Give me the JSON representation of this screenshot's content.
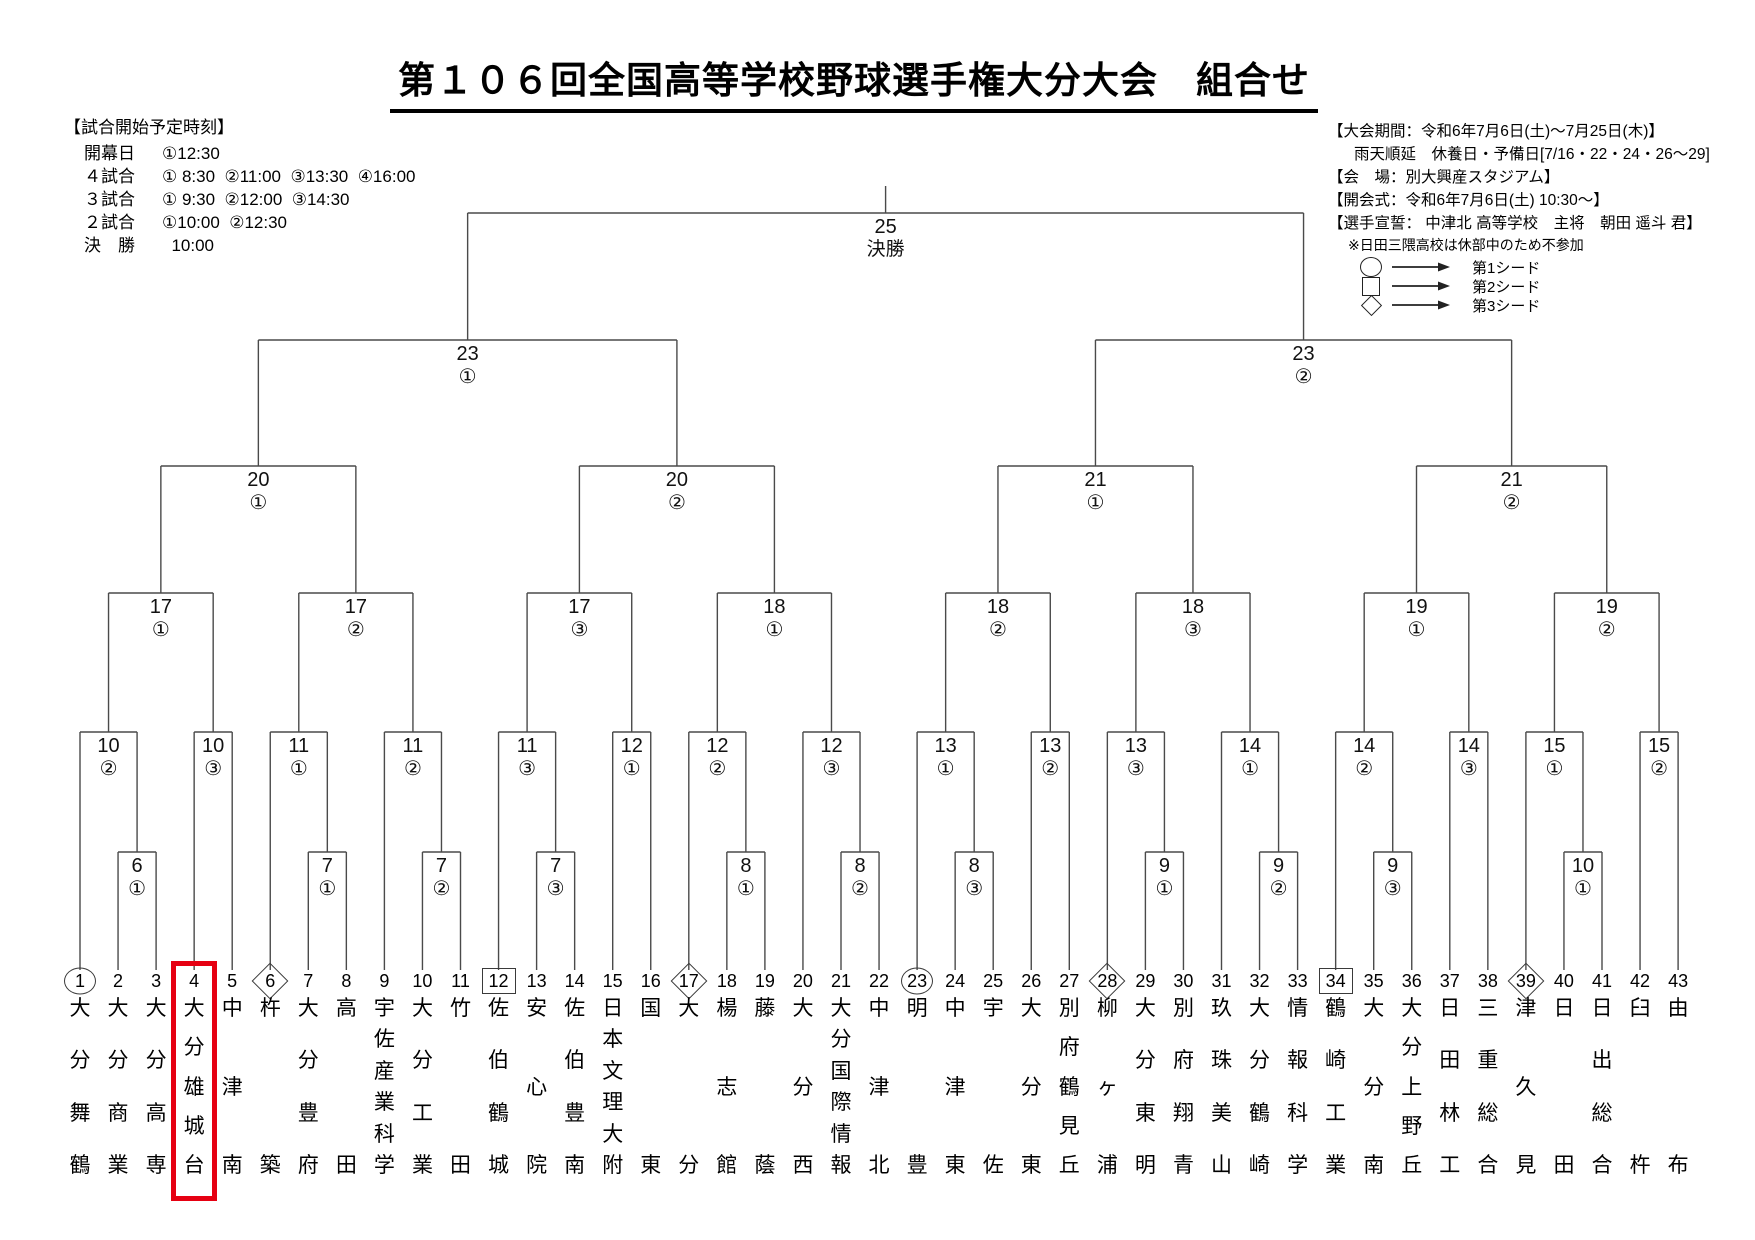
{
  "title": "第１０６回全国高等学校野球選手権大分大会　組合せ",
  "schedule": {
    "heading": "【試合開始予定時刻】",
    "rows": [
      {
        "label": "開幕日",
        "times": "①12:30"
      },
      {
        "label": "４試合",
        "times": "① 8:30  ②11:00  ③13:30  ④16:00"
      },
      {
        "label": "３試合",
        "times": "① 9:30  ②12:00  ③14:30"
      },
      {
        "label": "２試合",
        "times": "①10:00  ②12:30"
      },
      {
        "label": "決　勝",
        "times": "  10:00"
      }
    ]
  },
  "info": {
    "lines": [
      "【大会期間：令和6年7月6日(土)～7月25日(木)】",
      "雨天順延　休養日・予備日[7/16・22・24・26～29]",
      "【会　場：別大興産スタジアム】",
      "【開会式：令和6年7月6日(土) 10:30～】",
      "【選手宣誓： 中津北 高等学校　主将　朝田 遥斗 君】",
      "※日田三隈高校は休部中のため不参加"
    ]
  },
  "legend": [
    {
      "shape": "circle",
      "label": "第1シード"
    },
    {
      "shape": "square",
      "label": "第2シード"
    },
    {
      "shape": "diamond",
      "label": "第3シード"
    }
  ],
  "highlight_color": "#e60012",
  "teams": [
    {
      "num": "1",
      "name": "大分舞鶴",
      "seed": "circle"
    },
    {
      "num": "2",
      "name": "大分商業"
    },
    {
      "num": "3",
      "name": "大分高専"
    },
    {
      "num": "4",
      "name": "大分雄城台",
      "highlighted": true
    },
    {
      "num": "5",
      "name": "中津南"
    },
    {
      "num": "6",
      "name": "杵築",
      "seed": "diamond"
    },
    {
      "num": "7",
      "name": "大分豊府"
    },
    {
      "num": "8",
      "name": "高田"
    },
    {
      "num": "9",
      "name": "宇佐産業科学"
    },
    {
      "num": "10",
      "name": "大分工業"
    },
    {
      "num": "11",
      "name": "竹田"
    },
    {
      "num": "12",
      "name": "佐伯鶴城",
      "seed": "square"
    },
    {
      "num": "13",
      "name": "安心院"
    },
    {
      "num": "14",
      "name": "佐伯豊南"
    },
    {
      "num": "15",
      "name": "日本文理大附"
    },
    {
      "num": "16",
      "name": "国東"
    },
    {
      "num": "17",
      "name": "大分",
      "seed": "diamond"
    },
    {
      "num": "18",
      "name": "楊志館"
    },
    {
      "num": "19",
      "name": "藤蔭"
    },
    {
      "num": "20",
      "name": "大分西"
    },
    {
      "num": "21",
      "name": "大分国際情報"
    },
    {
      "num": "22",
      "name": "中津北"
    },
    {
      "num": "23",
      "name": "明豊",
      "seed": "circle"
    },
    {
      "num": "24",
      "name": "中津東"
    },
    {
      "num": "25",
      "name": "宇佐"
    },
    {
      "num": "26",
      "name": "大分東"
    },
    {
      "num": "27",
      "name": "別府鶴見丘"
    },
    {
      "num": "28",
      "name": "柳ヶ浦",
      "seed": "diamond"
    },
    {
      "num": "29",
      "name": "大分東明"
    },
    {
      "num": "30",
      "name": "別府翔青"
    },
    {
      "num": "31",
      "name": "玖珠美山"
    },
    {
      "num": "32",
      "name": "大分鶴崎"
    },
    {
      "num": "33",
      "name": "情報科学"
    },
    {
      "num": "34",
      "name": "鶴崎工業",
      "seed": "square"
    },
    {
      "num": "35",
      "name": "大分南"
    },
    {
      "num": "36",
      "name": "大分上野丘"
    },
    {
      "num": "37",
      "name": "日田林工"
    },
    {
      "num": "38",
      "name": "三重総合"
    },
    {
      "num": "39",
      "name": "津久見",
      "seed": "diamond"
    },
    {
      "num": "40",
      "name": "日田"
    },
    {
      "num": "41",
      "name": "日出総合"
    },
    {
      "num": "42",
      "name": "臼杵"
    },
    {
      "num": "43",
      "name": "由布"
    }
  ],
  "bracket": {
    "round1": [
      {
        "id": "6-1",
        "day": "6",
        "game": "①",
        "feeds": [
          "t2",
          "t3"
        ]
      },
      {
        "id": "7-1",
        "day": "7",
        "game": "①",
        "feeds": [
          "t7",
          "t8"
        ]
      },
      {
        "id": "7-2",
        "day": "7",
        "game": "②",
        "feeds": [
          "t10",
          "t11"
        ]
      },
      {
        "id": "7-3",
        "day": "7",
        "game": "③",
        "feeds": [
          "t13",
          "t14"
        ]
      },
      {
        "id": "8-1",
        "day": "8",
        "game": "①",
        "feeds": [
          "t18",
          "t19"
        ]
      },
      {
        "id": "8-2",
        "day": "8",
        "game": "②",
        "feeds": [
          "t21",
          "t22"
        ]
      },
      {
        "id": "8-3",
        "day": "8",
        "game": "③",
        "feeds": [
          "t24",
          "t25"
        ]
      },
      {
        "id": "9-1",
        "day": "9",
        "game": "①",
        "feeds": [
          "t29",
          "t30"
        ]
      },
      {
        "id": "9-2",
        "day": "9",
        "game": "②",
        "feeds": [
          "t32",
          "t33"
        ]
      },
      {
        "id": "9-3",
        "day": "9",
        "game": "③",
        "feeds": [
          "t35",
          "t36"
        ]
      },
      {
        "id": "10-1",
        "day": "10",
        "game": "①",
        "feeds": [
          "t40",
          "t41"
        ]
      }
    ],
    "round2": [
      {
        "id": "10-2",
        "day": "10",
        "game": "②",
        "feeds": [
          "t1",
          "6-1"
        ]
      },
      {
        "id": "10-3",
        "day": "10",
        "game": "③",
        "feeds": [
          "t4",
          "t5"
        ]
      },
      {
        "id": "11-1",
        "day": "11",
        "game": "①",
        "feeds": [
          "t6",
          "7-1"
        ]
      },
      {
        "id": "11-2",
        "day": "11",
        "game": "②",
        "feeds": [
          "t9",
          "7-2"
        ]
      },
      {
        "id": "11-3",
        "day": "11",
        "game": "③",
        "feeds": [
          "t12",
          "7-3"
        ]
      },
      {
        "id": "12-1",
        "day": "12",
        "game": "①",
        "feeds": [
          "t15",
          "t16"
        ]
      },
      {
        "id": "12-2",
        "day": "12",
        "game": "②",
        "feeds": [
          "t17",
          "8-1"
        ]
      },
      {
        "id": "12-3",
        "day": "12",
        "game": "③",
        "feeds": [
          "t20",
          "8-2"
        ]
      },
      {
        "id": "13-1",
        "day": "13",
        "game": "①",
        "feeds": [
          "t23",
          "8-3"
        ]
      },
      {
        "id": "13-2",
        "day": "13",
        "game": "②",
        "feeds": [
          "t26",
          "t27"
        ]
      },
      {
        "id": "13-3",
        "day": "13",
        "game": "③",
        "feeds": [
          "t28",
          "9-1"
        ]
      },
      {
        "id": "14-1",
        "day": "14",
        "game": "①",
        "feeds": [
          "t31",
          "9-2"
        ]
      },
      {
        "id": "14-2",
        "day": "14",
        "game": "②",
        "feeds": [
          "t34",
          "9-3"
        ]
      },
      {
        "id": "14-3",
        "day": "14",
        "game": "③",
        "feeds": [
          "t37",
          "t38"
        ]
      },
      {
        "id": "15-1",
        "day": "15",
        "game": "①",
        "feeds": [
          "t39",
          "10-1"
        ]
      },
      {
        "id": "15-2",
        "day": "15",
        "game": "②",
        "feeds": [
          "t42",
          "t43"
        ]
      }
    ],
    "round3": [
      {
        "id": "17-1",
        "day": "17",
        "game": "①",
        "feeds": [
          "10-2",
          "10-3"
        ]
      },
      {
        "id": "17-2",
        "day": "17",
        "game": "②",
        "feeds": [
          "11-1",
          "11-2"
        ]
      },
      {
        "id": "17-3",
        "day": "17",
        "game": "③",
        "feeds": [
          "11-3",
          "12-1"
        ]
      },
      {
        "id": "18-1",
        "day": "18",
        "game": "①",
        "feeds": [
          "12-2",
          "12-3"
        ]
      },
      {
        "id": "18-2",
        "day": "18",
        "game": "②",
        "feeds": [
          "13-1",
          "13-2"
        ]
      },
      {
        "id": "18-3",
        "day": "18",
        "game": "③",
        "feeds": [
          "13-3",
          "14-1"
        ]
      },
      {
        "id": "19-1",
        "day": "19",
        "game": "①",
        "feeds": [
          "14-2",
          "14-3"
        ]
      },
      {
        "id": "19-2",
        "day": "19",
        "game": "②",
        "feeds": [
          "15-1",
          "15-2"
        ]
      }
    ],
    "quarterfinals": [
      {
        "id": "20-1",
        "day": "20",
        "game": "①",
        "feeds": [
          "17-1",
          "17-2"
        ]
      },
      {
        "id": "20-2",
        "day": "20",
        "game": "②",
        "feeds": [
          "17-3",
          "18-1"
        ]
      },
      {
        "id": "21-1",
        "day": "21",
        "game": "①",
        "feeds": [
          "18-2",
          "18-3"
        ]
      },
      {
        "id": "21-2",
        "day": "21",
        "game": "②",
        "feeds": [
          "19-1",
          "19-2"
        ]
      }
    ],
    "semifinals": [
      {
        "id": "23-1",
        "day": "23",
        "game": "①",
        "feeds": [
          "20-1",
          "20-2"
        ]
      },
      {
        "id": "23-2",
        "day": "23",
        "game": "②",
        "feeds": [
          "21-1",
          "21-2"
        ]
      }
    ],
    "final": {
      "id": "25",
      "day": "25",
      "label": "決勝",
      "feeds": [
        "23-1",
        "23-2"
      ]
    }
  }
}
